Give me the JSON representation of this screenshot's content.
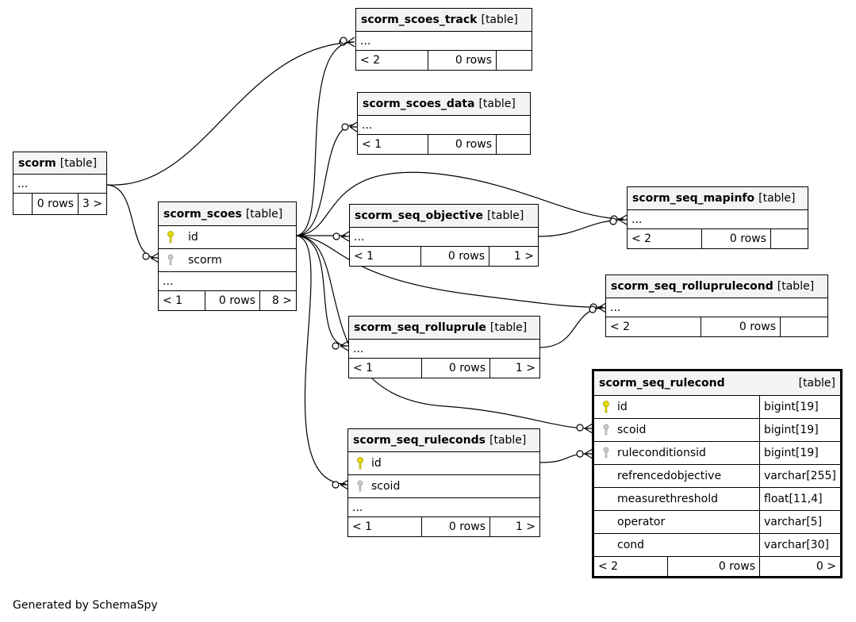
{
  "footer": "Generated by SchemaSpy",
  "colors": {
    "primary_key": "#e6dc00",
    "foreign_key": "#bbbbbb",
    "header_bg": "#f4f4f4"
  },
  "tables": {
    "scorm": {
      "name": "scorm",
      "type": "[table]",
      "ellipsis": "...",
      "rows": "0 rows",
      "children": "3 >"
    },
    "scorm_scoes": {
      "name": "scorm_scoes",
      "type": "[table]",
      "col_id": "id",
      "col_scorm": "scorm",
      "ellipsis": "...",
      "parents": "< 1",
      "rows": "0 rows",
      "children": "8 >"
    },
    "scorm_scoes_track": {
      "name": "scorm_scoes_track",
      "type": "[table]",
      "ellipsis": "...",
      "parents": "< 2",
      "rows": "0 rows"
    },
    "scorm_scoes_data": {
      "name": "scorm_scoes_data",
      "type": "[table]",
      "ellipsis": "...",
      "parents": "< 1",
      "rows": "0 rows"
    },
    "scorm_seq_objective": {
      "name": "scorm_seq_objective",
      "type": "[table]",
      "ellipsis": "...",
      "parents": "< 1",
      "rows": "0 rows",
      "children": "1 >"
    },
    "scorm_seq_mapinfo": {
      "name": "scorm_seq_mapinfo",
      "type": "[table]",
      "ellipsis": "...",
      "parents": "< 2",
      "rows": "0 rows"
    },
    "scorm_seq_rolluprulecond": {
      "name": "scorm_seq_rolluprulecond",
      "type": "[table]",
      "ellipsis": "...",
      "parents": "< 2",
      "rows": "0 rows"
    },
    "scorm_seq_rolluprule": {
      "name": "scorm_seq_rolluprule",
      "type": "[table]",
      "ellipsis": "...",
      "parents": "< 1",
      "rows": "0 rows",
      "children": "1 >"
    },
    "scorm_seq_ruleconds": {
      "name": "scorm_seq_ruleconds",
      "type": "[table]",
      "col_id": "id",
      "col_scoid": "scoid",
      "ellipsis": "...",
      "parents": "< 1",
      "rows": "0 rows",
      "children": "1 >"
    },
    "scorm_seq_rulecond": {
      "name": "scorm_seq_rulecond",
      "type": "[table]",
      "columns": [
        {
          "name": "id",
          "dtype": "bigint[19]"
        },
        {
          "name": "scoid",
          "dtype": "bigint[19]"
        },
        {
          "name": "ruleconditionsid",
          "dtype": "bigint[19]"
        },
        {
          "name": "refrencedobjective",
          "dtype": "varchar[255]"
        },
        {
          "name": "measurethreshold",
          "dtype": "float[11,4]"
        },
        {
          "name": "operator",
          "dtype": "varchar[5]"
        },
        {
          "name": "cond",
          "dtype": "varchar[30]"
        }
      ],
      "parents": "< 2",
      "rows": "0 rows",
      "children": "0 >"
    }
  }
}
